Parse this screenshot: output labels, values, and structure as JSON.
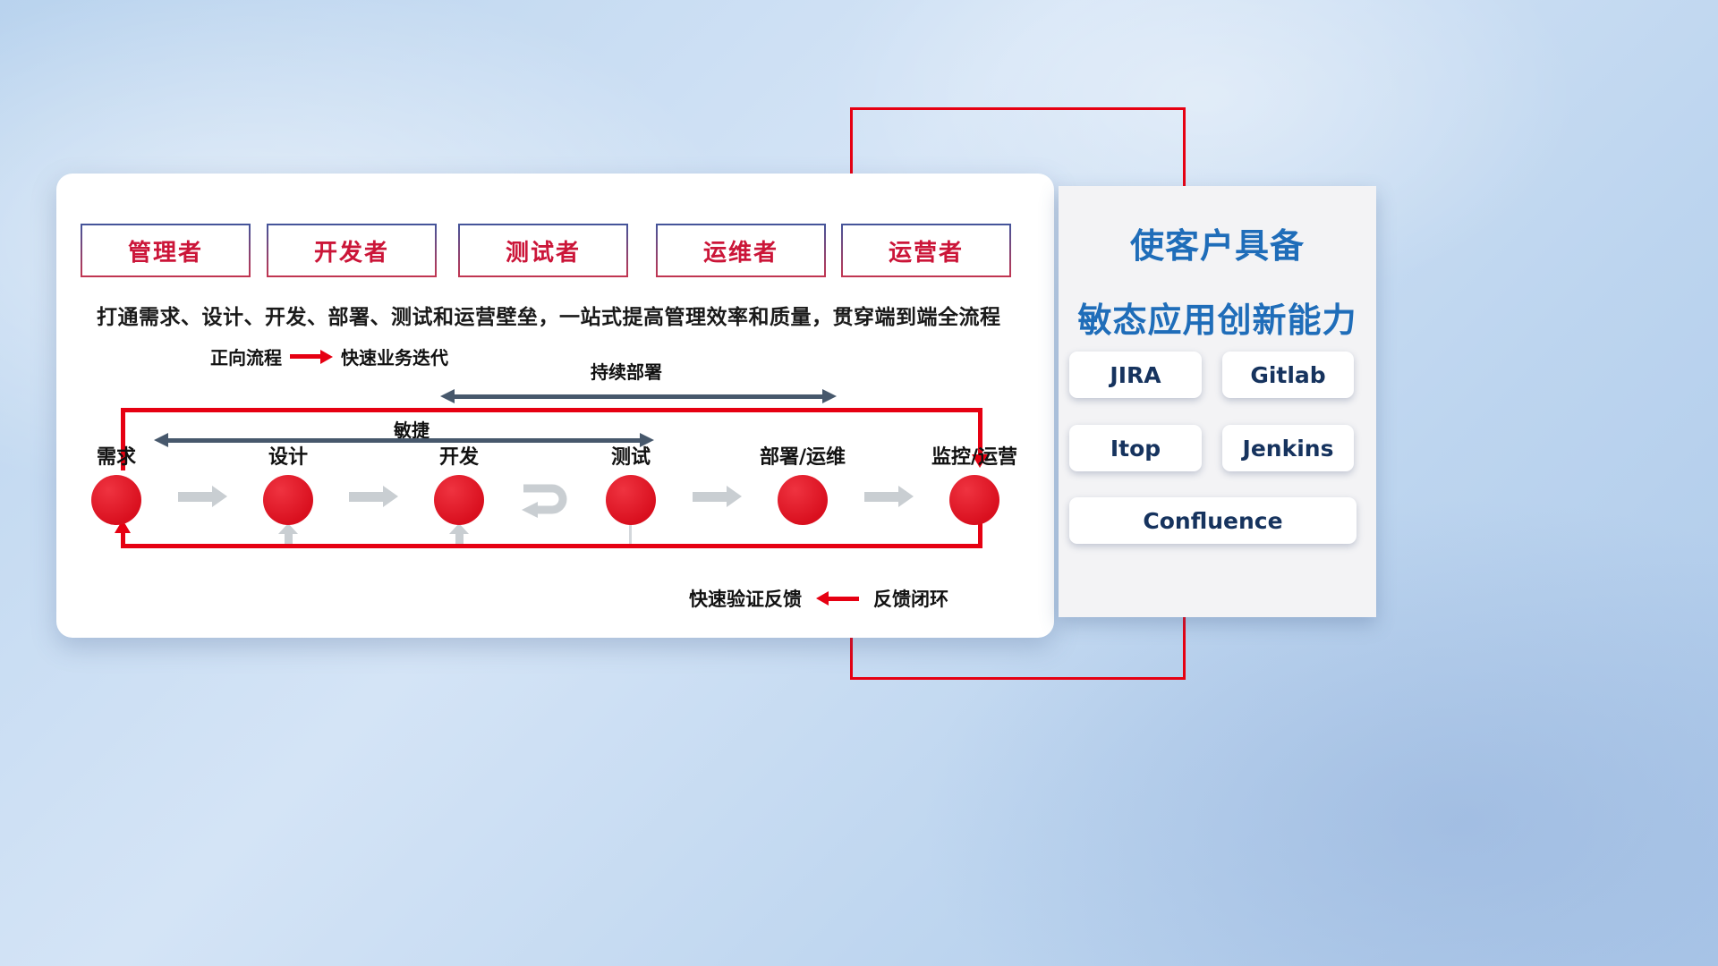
{
  "colors": {
    "red": "#e60012",
    "slate_arrow": "#47586c",
    "gray_arrow": "#c9ced2",
    "role_text_red": "#cb1538",
    "panel_title_blue": "#1f6db9",
    "tool_text_navy": "#16335e"
  },
  "card": {
    "roles": [
      {
        "label": "管理者"
      },
      {
        "label": "开发者"
      },
      {
        "label": "测试者"
      },
      {
        "label": "运维者"
      },
      {
        "label": "运营者"
      }
    ],
    "subtitle": "打通需求、设计、开发、部署、测试和运营壁垒，一站式提高管理效率和质量，贯穿端到端全流程",
    "legend_forward": {
      "label": "正向流程",
      "desc": "快速业务迭代"
    },
    "flow": {
      "continuous_deploy": "持续部署",
      "agile": "敏捷",
      "nodes": [
        {
          "label": "需求"
        },
        {
          "label": "设计"
        },
        {
          "label": "开发"
        },
        {
          "label": "测试"
        },
        {
          "label": "部署/运维"
        },
        {
          "label": "监控/运营"
        }
      ]
    },
    "legend_feedback": {
      "desc": "快速验证反馈",
      "label": "反馈闭环"
    }
  },
  "panel": {
    "title_line1": "使客户具备",
    "title_line2": "敏态应用创新能力",
    "tools": [
      {
        "name": "JIRA"
      },
      {
        "name": "Gitlab"
      },
      {
        "name": "Itop"
      },
      {
        "name": "Jenkins"
      },
      {
        "name": "Confluence"
      }
    ]
  }
}
